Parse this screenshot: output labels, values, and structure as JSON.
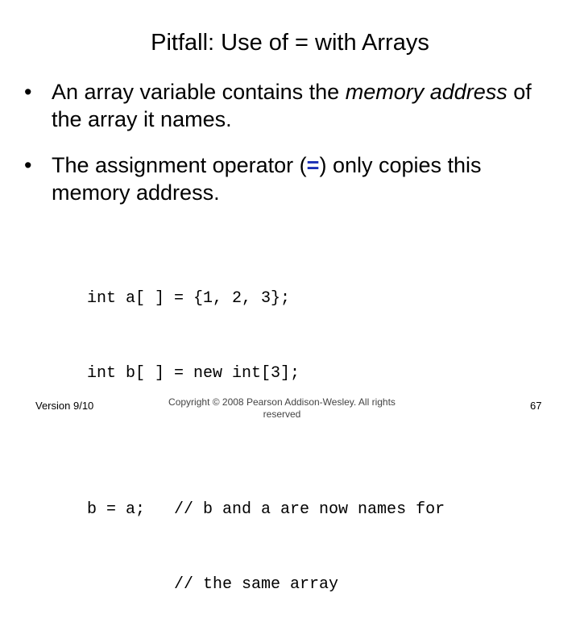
{
  "slide": {
    "title": "Pitfall:  Use of = with Arrays",
    "bullet_glyph": "•",
    "bullet1": {
      "part1": "An array variable contains the ",
      "italic": "memory address",
      "part2": " of the array it names."
    },
    "bullet2": {
      "part1": "The assignment operator (",
      "operator": "=",
      "part2": ") only copies this memory address."
    },
    "code": [
      "int a[ ] = {1, 2, 3};",
      "int b[ ] = new int[3];",
      "b = a;   // b and a are now names for",
      "         // the same array"
    ],
    "footer": {
      "version": "Version 9/10",
      "copyright": "Copyright © 2008 Pearson Addison-Wesley. All rights reserved",
      "page_number": "67"
    },
    "colors": {
      "operator": "#1a2fb5"
    }
  }
}
